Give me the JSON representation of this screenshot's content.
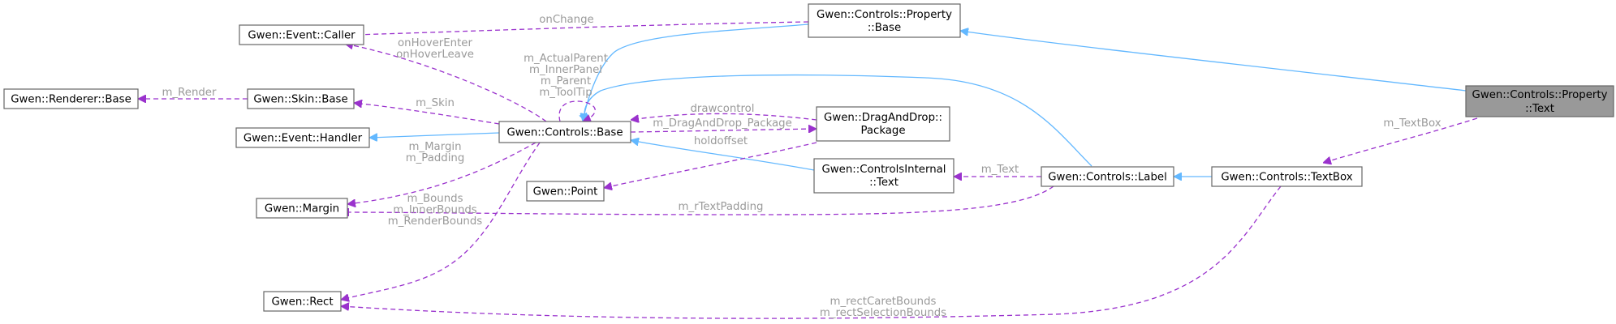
{
  "nodes": {
    "prop_text": [
      "Gwen::Controls::Property",
      "::Text"
    ],
    "prop_base": [
      "Gwen::Controls::Property",
      "::Base"
    ],
    "event_caller": [
      "Gwen::Event::Caller"
    ],
    "renderer_base": [
      "Gwen::Renderer::Base"
    ],
    "skin_base": [
      "Gwen::Skin::Base"
    ],
    "event_handler": [
      "Gwen::Event::Handler"
    ],
    "controls_base": [
      "Gwen::Controls::Base"
    ],
    "dnd_package": [
      "Gwen::DragAndDrop::",
      "Package"
    ],
    "ci_text": [
      "Gwen::ControlsInternal",
      "::Text"
    ],
    "point": [
      "Gwen::Point"
    ],
    "margin": [
      "Gwen::Margin"
    ],
    "rect": [
      "Gwen::Rect"
    ],
    "label": [
      "Gwen::Controls::Label"
    ],
    "textbox": [
      "Gwen::Controls::TextBox"
    ]
  },
  "edge_labels": {
    "onchange": [
      "onChange"
    ],
    "hover": [
      "onHoverEnter",
      "onHoverLeave"
    ],
    "parent": [
      "m_ActualParent",
      "m_InnerPanel",
      "m_Parent",
      "m_ToolTip"
    ],
    "render": [
      "m_Render"
    ],
    "skin": [
      "m_Skin"
    ],
    "drawcontrol": [
      "drawcontrol"
    ],
    "dnd_pkg": [
      "m_DragAndDrop_Package"
    ],
    "holdoffset": [
      "holdoffset"
    ],
    "margin_padding": [
      "m_Margin",
      "m_Padding"
    ],
    "bounds": [
      "m_Bounds",
      "m_InnerBounds",
      "m_RenderBounds"
    ],
    "m_text": [
      "m_Text"
    ],
    "textpadding": [
      "m_rTextPadding"
    ],
    "textbox_member": [
      "m_TextBox"
    ],
    "caret": [
      "m_rectCaretBounds",
      "m_rectSelectionBounds"
    ]
  }
}
